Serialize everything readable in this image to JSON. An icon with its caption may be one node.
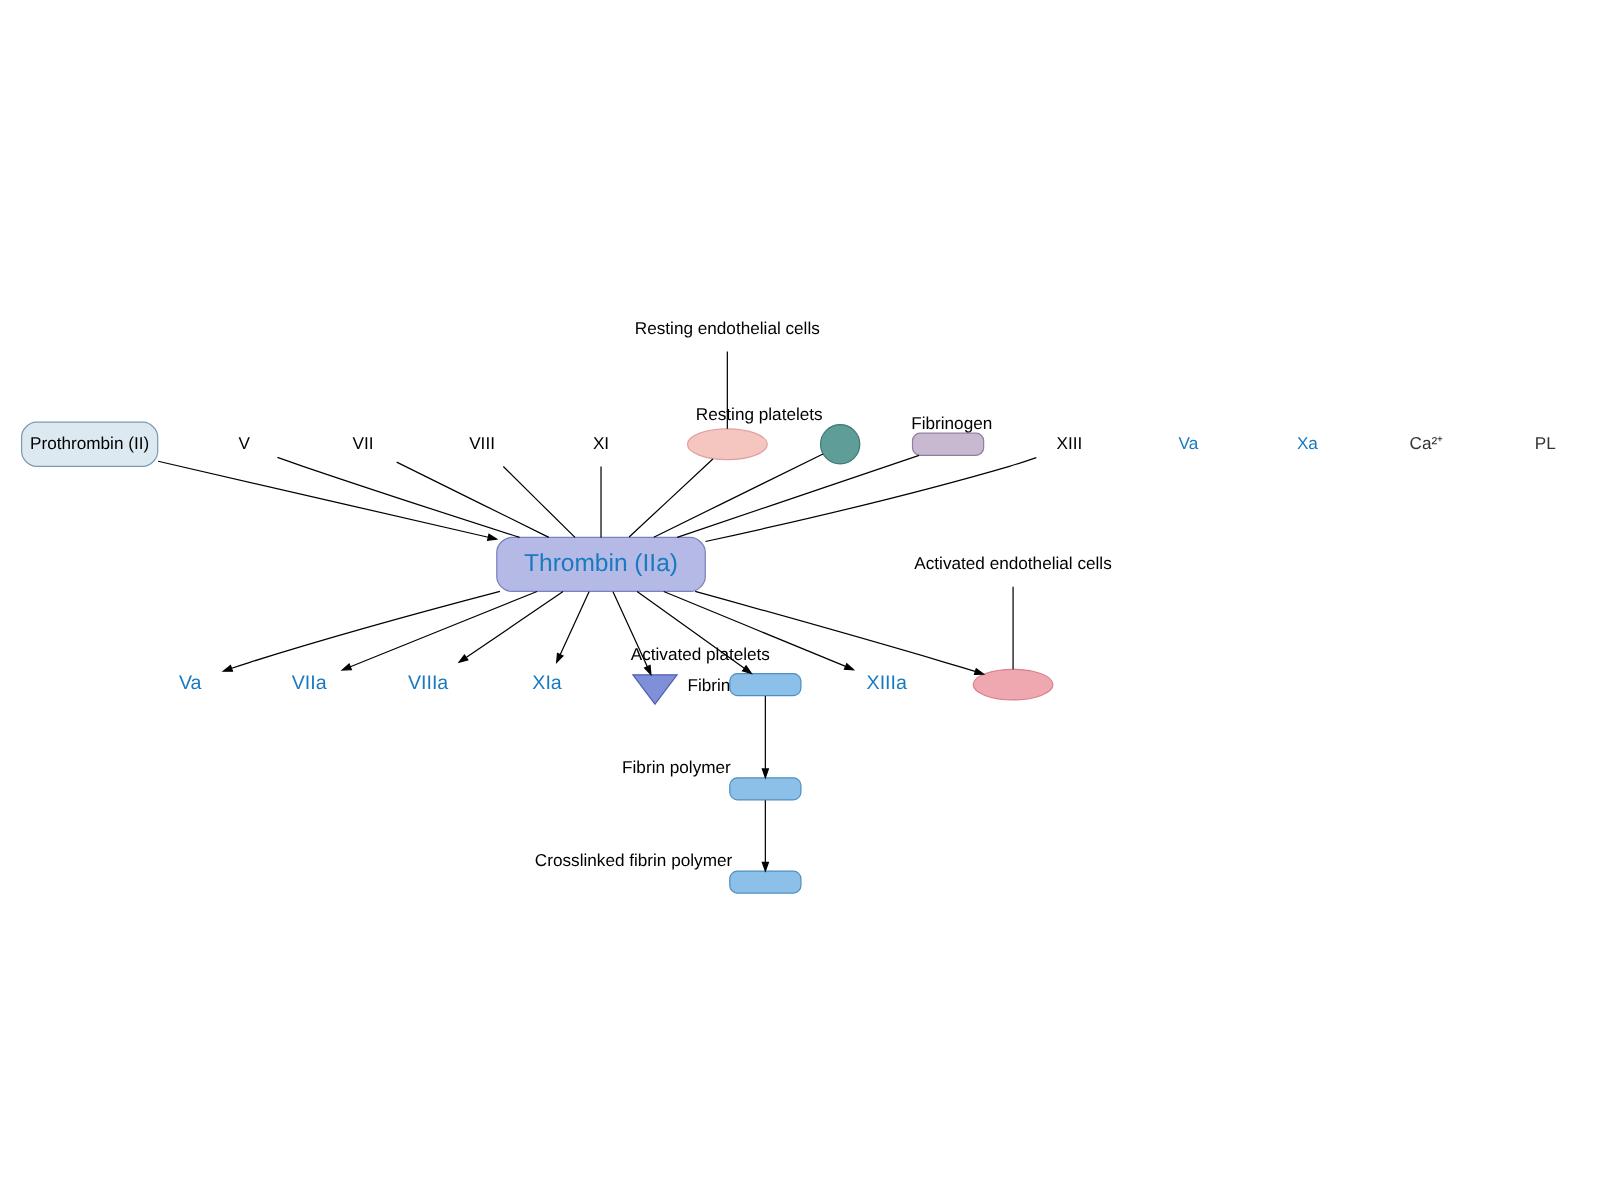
{
  "diagram": {
    "nodes": [
      {
        "text": [
          "Prothrombin (II)"
        ]
      },
      {
        "text": [
          "Thrombin (IIa)"
        ]
      },
      {
        "text": [
          "V"
        ]
      },
      {
        "text": [
          "Va"
        ]
      },
      {
        "text": [
          "VII"
        ]
      },
      {
        "text": [
          "VIIa"
        ]
      },
      {
        "text": [
          "VIII"
        ]
      },
      {
        "text": [
          "VIIIa"
        ]
      },
      {
        "text": [
          "XI"
        ]
      },
      {
        "text": [
          "XIa"
        ]
      },
      {
        "text": [
          "Resting endothelial cells"
        ]
      },
      {
        "text": [],
        "shape": "ellipse"
      },
      {
        "text": [
          "Activated endothelial cells"
        ]
      },
      {
        "text": [],
        "shape": "ellipse"
      },
      {
        "text": [],
        "shape": "circle",
        "beside": [
          "Resting platelets"
        ]
      },
      {
        "text": [],
        "shape": "triangle",
        "beside": [
          "Activated platelets"
        ]
      },
      {
        "text": [],
        "shape": "bar",
        "beside": [
          "Fibrinogen"
        ]
      },
      {
        "text": [],
        "shape": "bar",
        "beside": [
          "Fibrin"
        ]
      },
      {
        "text": [
          "XIII"
        ]
      },
      {
        "text": [
          "XIIIa"
        ]
      },
      {
        "text": [],
        "shape": "bar",
        "beside": [
          "Fibrin polymer"
        ]
      },
      {
        "text": [],
        "shape": "bar",
        "beside": [
          "Crosslinked fibrin polymer"
        ]
      }
    ],
    "edges": [
      {
        "from": 0,
        "to": 1,
        "arrow": "to"
      },
      {
        "from": 2,
        "to": 1,
        "arrow": "none"
      },
      {
        "from": 1,
        "to": 3,
        "arrow": "to"
      },
      {
        "from": 4,
        "to": 1,
        "arrow": "none"
      },
      {
        "from": 1,
        "to": 5,
        "arrow": "to"
      },
      {
        "from": 6,
        "to": 1,
        "arrow": "none"
      },
      {
        "from": 1,
        "to": 7,
        "arrow": "to"
      },
      {
        "from": 8,
        "to": 1,
        "arrow": "none"
      },
      {
        "from": 1,
        "to": 9,
        "arrow": "to"
      },
      {
        "from": 10,
        "to": 11,
        "arrow": "none"
      },
      {
        "from": 12,
        "to": 13,
        "arrow": "none"
      },
      {
        "from": 11,
        "to": 1,
        "arrow": "none"
      },
      {
        "from": 1,
        "to": 13,
        "arrow": "to"
      },
      {
        "from": 14,
        "to": 1,
        "arrow": "none"
      },
      {
        "from": 1,
        "to": 15,
        "arrow": "to"
      },
      {
        "from": 16,
        "to": 1,
        "arrow": "none"
      },
      {
        "from": 1,
        "to": 17,
        "arrow": "to"
      },
      {
        "from": 18,
        "to": 1,
        "arrow": "none"
      },
      {
        "from": 1,
        "to": 19,
        "arrow": "to"
      },
      {
        "from": 17,
        "to": 20,
        "arrow": "to"
      },
      {
        "from": 20,
        "to": 21,
        "arrow": "to"
      }
    ],
    "labels": [
      "Va",
      "Xa",
      "Ca²⁺",
      "PL"
    ]
  }
}
